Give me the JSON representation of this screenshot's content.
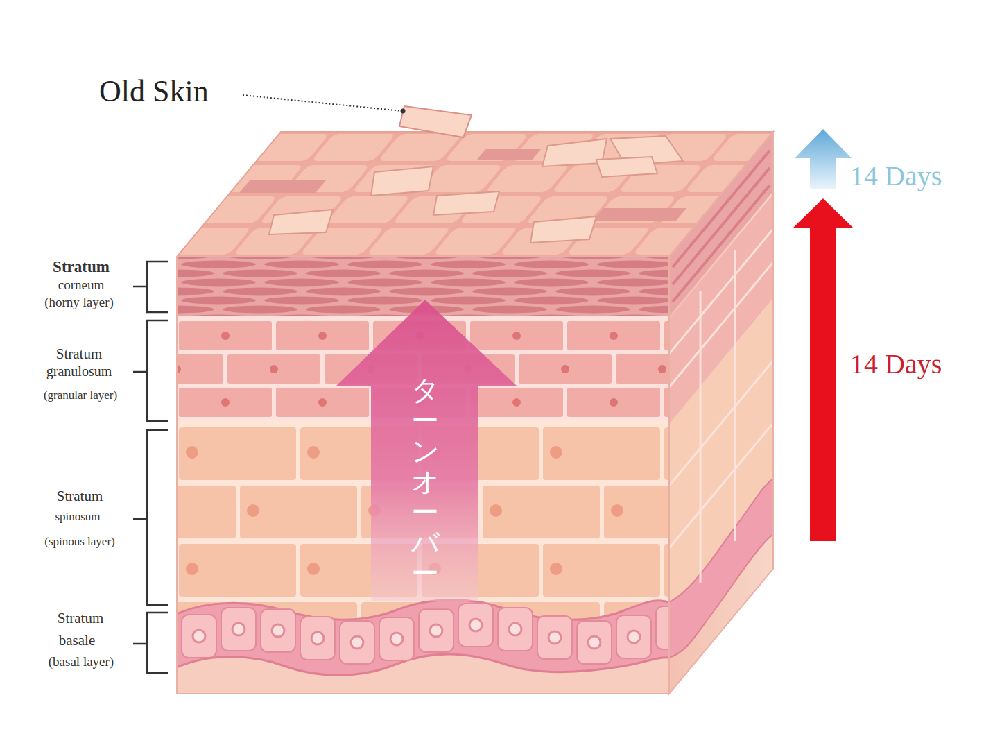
{
  "diagram": {
    "labels": [
      "Old Skin",
      "Stratum",
      "corneum",
      "(horny layer)",
      "Stratum",
      "granulosum",
      "(granular layer)",
      "Stratum",
      "spinosum",
      "(spinous layer)",
      "Stratum",
      "basale",
      "(basal layer)",
      "ターンオーバー",
      "14 Days",
      "14 Days"
    ]
  }
}
